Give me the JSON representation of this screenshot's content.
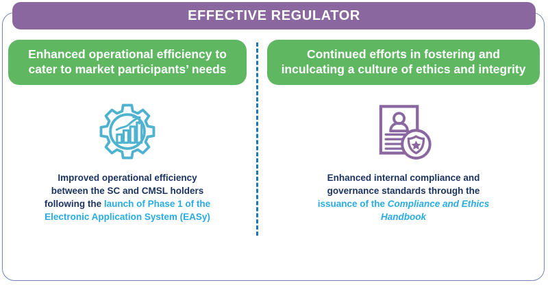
{
  "banner": {
    "title": "EFFECTIVE REGULATOR",
    "color": "#8a679f"
  },
  "theme": {
    "green": "#5fb861",
    "purple": "#8a679f",
    "navy": "#1c3461",
    "light_blue": "#29abe2",
    "teal_icon": "#4fb3d0",
    "divider": "#1f77b8",
    "frame_border": "#6e87b5"
  },
  "divider": {
    "style": "vertical-dashed"
  },
  "columns": [
    {
      "id": "left",
      "heading_line1": "Enhanced operational efficiency to",
      "heading_line2": "cater to market participants’ needs",
      "icon": "gear-growth-chart-icon",
      "icon_color": "#4fb3d0",
      "caption": {
        "line1": "Improved operational efficiency",
        "line2": "between the SC and CMSL holders",
        "line3_plain": "following the ",
        "line3_highlight": "launch of Phase 1 of the",
        "line4_highlight": "Electronic Application System (EASy)"
      }
    },
    {
      "id": "right",
      "heading_line1": "Continued efforts in fostering and",
      "heading_line2": "inculcating a culture of ethics and integrity",
      "icon": "compliance-document-badge-icon",
      "icon_color": "#8a679f",
      "caption": {
        "line1": "Enhanced internal compliance and",
        "line2": "governance standards through the",
        "line3_highlight": "issuance of the ",
        "line3_italic": "Compliance and Ethics",
        "line4_italic": "Handbook"
      }
    }
  ]
}
